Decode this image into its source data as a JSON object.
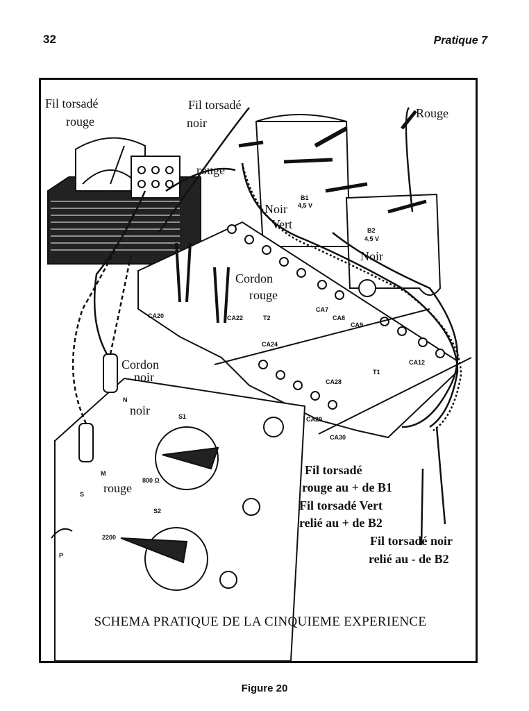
{
  "page": {
    "number": "32",
    "running_title": "Pratique 7"
  },
  "labels": {
    "fil_torsade_rouge_1": "Fil torsadé",
    "fil_torsade_rouge_2": "rouge",
    "fil_torsade_noir_1": "Fil torsadé",
    "fil_torsade_noir_2": "noir",
    "rouge_top": "Rouge",
    "rouge_transfo": "rouge",
    "noir_b1": "Noir",
    "vert_b1": "Vert",
    "noir_b2": "Noir",
    "cordon_rouge_1": "Cordon",
    "cordon_rouge_2": "rouge",
    "cordon_noir_1": "Cordon",
    "cordon_noir_2": "noir",
    "noir_mid": "noir",
    "rouge_bottom": "rouge",
    "ft_rouge_b1_1": "Fil torsadé",
    "ft_rouge_b1_2": "rouge au + de B1",
    "ft_vert_b2_1": "Fil torsadé Vert",
    "ft_vert_b2_2": "relié au + de B2",
    "ft_noir_b2_1": "Fil torsadé noir",
    "ft_noir_b2_2": "relié au - de B2"
  },
  "small_labels": {
    "b1": "B1",
    "b1v": "4,5 V",
    "b2": "B2",
    "b2v": "4,5 V",
    "ca20": "CA20",
    "ca22": "CA22",
    "t2": "T2",
    "ca24": "CA24",
    "ca7": "CA7",
    "ca8": "CA8",
    "ca9": "CA9",
    "ca12": "CA12",
    "t1": "T1",
    "ca28": "CA28",
    "ca29": "CA29",
    "ca30": "CA30",
    "s1": "S1",
    "s2": "S2",
    "r800": "800 Ω",
    "r2200": "2200",
    "n": "N",
    "m": "M",
    "s": "S",
    "p": "P"
  },
  "caption": "SCHEMA PRATIQUE DE LA CINQUIEME EXPERIENCE",
  "figure_label": "Figure 20"
}
